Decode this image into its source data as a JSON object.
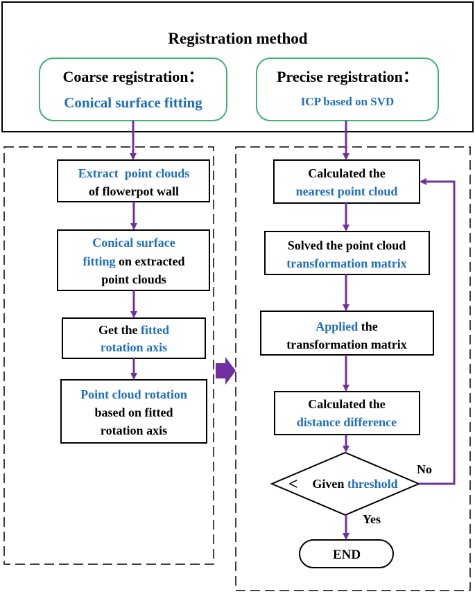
{
  "header": {
    "title": "Registration method",
    "coarse": {
      "line1": "Coarse registration：",
      "line2": "Conical surface fitting"
    },
    "precise": {
      "line1": "Precise registration：",
      "line2": "ICP based on SVD"
    }
  },
  "left_steps": [
    {
      "blue": "Extract  point clouds",
      "black": "of flowerpot wall"
    },
    {
      "blue1": "Conical surface",
      "blue2": "fitting",
      "black2": " on extracted",
      "black3": "point clouds"
    },
    {
      "black": "Get the ",
      "blue": "fitted",
      "blue2": "rotation axis"
    },
    {
      "blue": "Point cloud rotation",
      "black2": "based on fitted",
      "black3": "rotation axis"
    }
  ],
  "right_steps": [
    {
      "black": "Calculated the",
      "blue": "nearest point cloud"
    },
    {
      "black": "Solved the point cloud",
      "blue": "transformation matrix"
    },
    {
      "blue": "Applied",
      "black": " the",
      "black2": "transformation matrix"
    },
    {
      "black": "Calculated the",
      "blue": "distance difference"
    }
  ],
  "decision": {
    "symbol": "<",
    "black": "Given ",
    "blue": "threshold",
    "no_label": "No",
    "yes_label": "Yes"
  },
  "end_label": "END",
  "colors": {
    "arrow": "#7030a0",
    "green_border": "#3cb371",
    "blue_text": "#1f6fbf"
  }
}
